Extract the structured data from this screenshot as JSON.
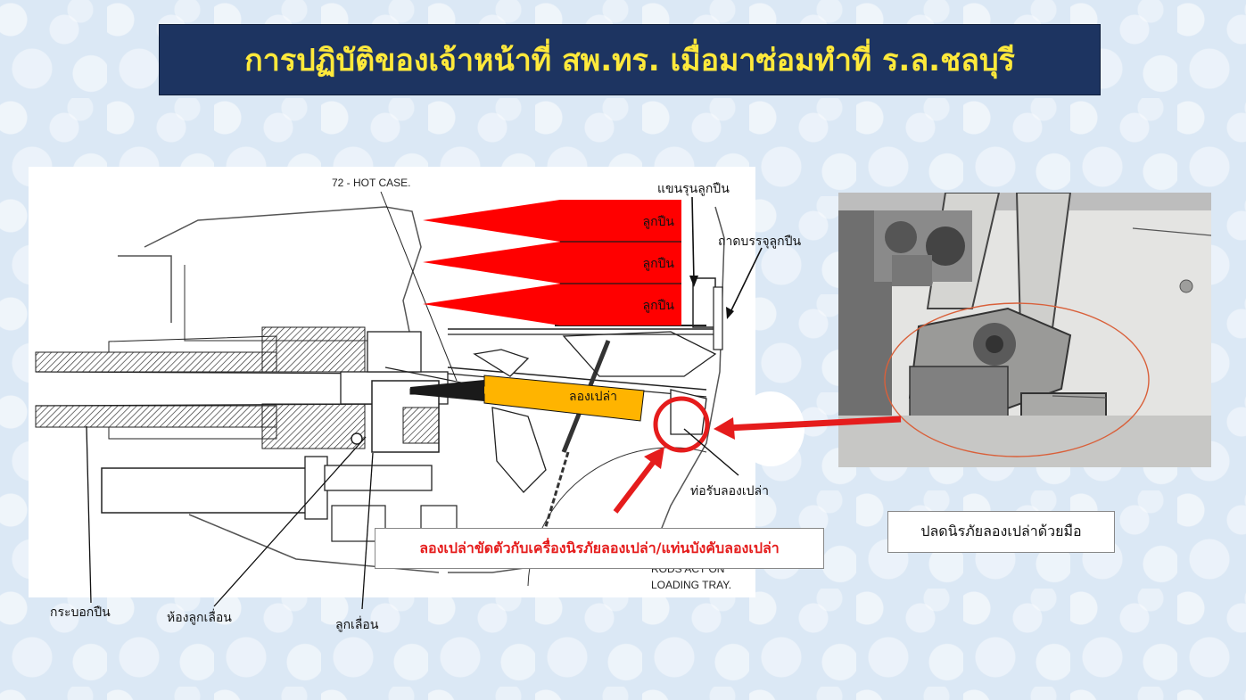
{
  "title": "การปฏิบัติของเจ้าหน้าที่ สพ.ทร. เมื่อมาซ่อมทำที่ ร.ล.ชลบุรี",
  "diagram_texts": {
    "hot_case": "72 - HOT CASE.",
    "rods_line1": "RODS ACT ON",
    "rods_line2": "LOADING TRAY."
  },
  "rounds": [
    "ลูกปืน",
    "ลูกปืน",
    "ลูกปืน"
  ],
  "casing_label": "ลองเปล่า",
  "labels": {
    "rammer_arm": "แขนรุนลูกปืน",
    "loading_tray": "ถาดบรรจุลูกปืน",
    "case_chute": "ท่อรับลองเปล่า",
    "barrel": "กระบอกปืน",
    "breech_chamber": "ห้องลูกเลื่อน",
    "breech_block": "ลูกเลื่อน"
  },
  "callout_red": "ลองเปล่าขัดตัวกับเครื่องนิรภัยลองเปล่า/แท่นบังคับลองเปล่า",
  "callout_black": "ปลดนิรภัยลองเปล่าด้วยมือ",
  "colors": {
    "title_bg": "#1d3461",
    "title_text": "#ffe93b",
    "round_fill": "#ff0000",
    "casing_fill": "#ffb400",
    "highlight": "#e51c1c"
  }
}
